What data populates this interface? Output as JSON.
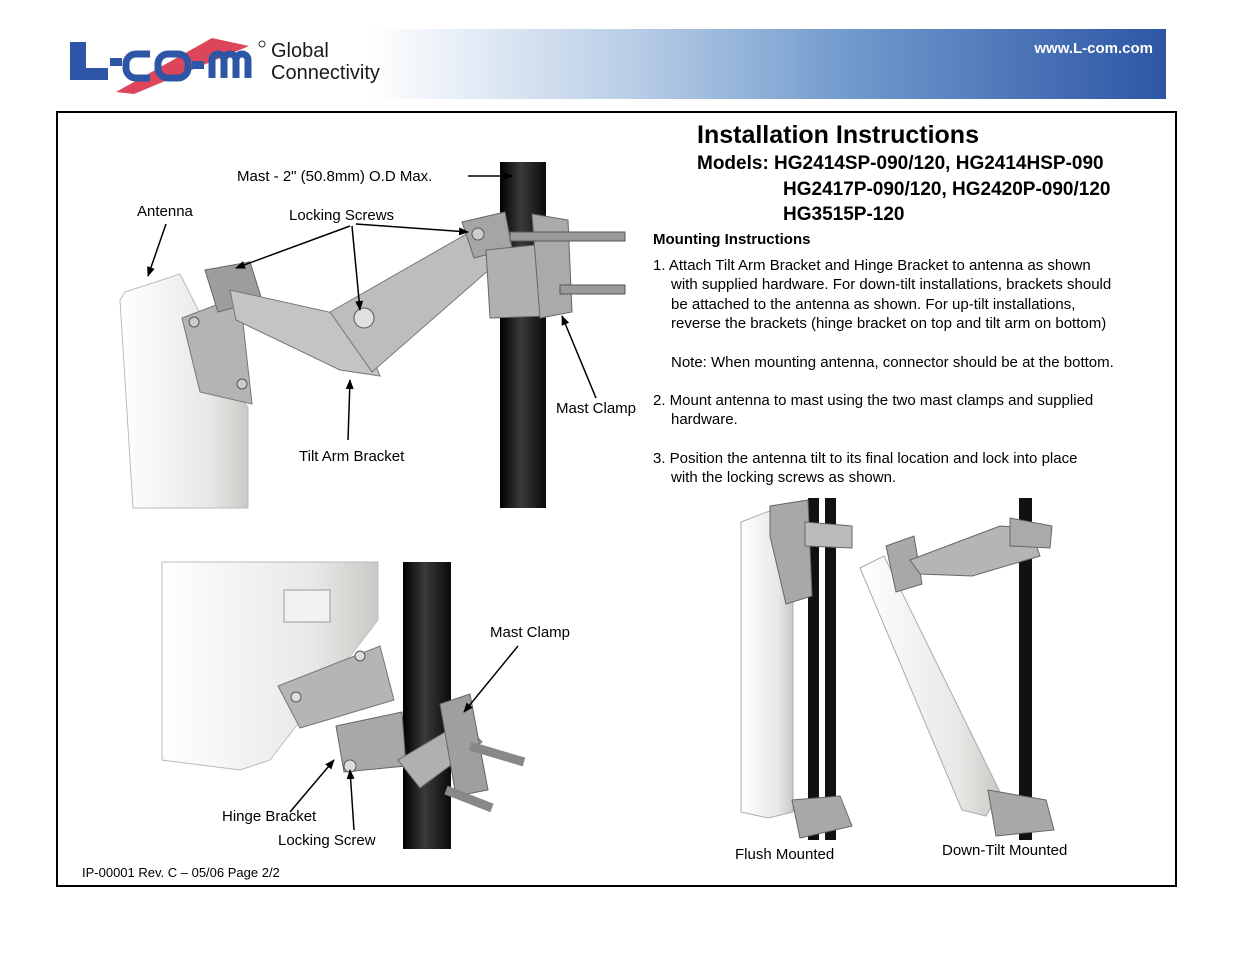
{
  "header": {
    "logo_text": "L-com",
    "tagline_line1": "Global",
    "tagline_line2": "Connectivity",
    "url": "www.L-com.com"
  },
  "doc": {
    "title": "Installation Instructions",
    "models_line1": "Models: HG2414SP-090/120, HG2414HSP-090",
    "models_line2": "HG2417P-090/120, HG2420P-090/120",
    "models_line3": "HG3515P-120",
    "section_heading": "Mounting Instructions",
    "step1_lines": [
      "1. Attach Tilt Arm Bracket and Hinge Bracket to antenna as shown",
      "with supplied hardware. For down-tilt installations, brackets should",
      "be attached to the antenna as shown. For up-tilt installations,",
      "reverse the brackets (hinge bracket on top and tilt arm on bottom)"
    ],
    "note": "Note: When mounting antenna, connector should be at the bottom.",
    "step2_lines": [
      "2. Mount antenna to mast using the two mast clamps and supplied",
      "hardware."
    ],
    "step3_lines": [
      "3. Position the antenna tilt to its final location and lock into place",
      "with the locking screws as shown."
    ],
    "footer": "IP-00001 Rev. C – 05/06 Page 2/2"
  },
  "figure_top": {
    "mast_label": "Mast - 2\" (50.8mm) O.D Max.",
    "antenna_label": "Antenna",
    "locking_screws_label": "Locking Screws",
    "mast_clamp_label": "Mast Clamp",
    "tilt_arm_label": "Tilt Arm Bracket"
  },
  "figure_bottom": {
    "mast_clamp_label": "Mast Clamp",
    "hinge_bracket_label": "Hinge Bracket",
    "locking_screw_label": "Locking Screw"
  },
  "figure_mounts": {
    "flush_label": "Flush Mounted",
    "downtilt_label": "Down-Tilt Mounted"
  },
  "colors": {
    "brand_blue": "#2d56a6",
    "brand_red": "#d7263d",
    "mast": "#1a1a1a",
    "antenna_body": "#ececea",
    "bracket": "#a9a9a9"
  }
}
